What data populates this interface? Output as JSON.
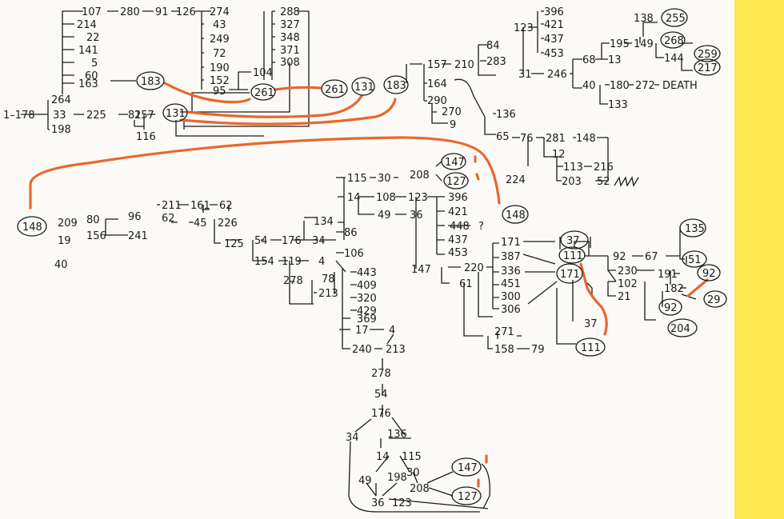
{
  "colors": {
    "paper": "#fbfaf6",
    "ink": "#1a1a1a",
    "accent": "#e8672d",
    "band": "#fbe94f"
  },
  "sheet": {
    "label_death": "DEATH",
    "label_question": "?"
  },
  "numbers": {
    "n107": "107",
    "n280": "280",
    "n91": "91",
    "n126": "126",
    "n274": "274",
    "n214": "214",
    "n22": "22",
    "n141": "141",
    "n5": "5",
    "n60": "60",
    "n163": "163",
    "n183a": "183",
    "n43": "43",
    "n249": "249",
    "n72": "72",
    "n190": "190",
    "n152": "152",
    "n95": "95",
    "n104": "104",
    "n261a": "261",
    "n288": "288",
    "n327": "327",
    "n348": "348",
    "n371": "371",
    "n308": "308",
    "n264": "264",
    "n1_178": "1–178",
    "n33": "33",
    "n225": "225",
    "n81": "81",
    "n257": "257",
    "n131a": "131",
    "n198": "198",
    "n116": "116",
    "n261b": "261",
    "n131b": "131",
    "n183b": "183",
    "n157": "157",
    "n210": "210",
    "n164": "164",
    "n290": "290",
    "n270": "270",
    "n9": "9",
    "n84": "84",
    "n283": "283",
    "n123a": "123",
    "n396a": "396",
    "n421a": "421",
    "n437a": "437",
    "n453a": "453",
    "n31": "31",
    "n246": "246",
    "n68": "68",
    "n13": "13",
    "n195": "195",
    "n138": "138",
    "n255": "255",
    "n149": "149",
    "n268": "268",
    "n144": "144",
    "n259": "259",
    "n217": "217",
    "n40a": "40",
    "n180": "180",
    "n272": "272",
    "n133": "133",
    "n136a": "136",
    "n65": "65",
    "n76": "76",
    "n281": "281",
    "n148a": "148",
    "n12": "12",
    "n113": "113",
    "n216": "216",
    "n203": "203",
    "n52": "52",
    "n224": "224",
    "n148b": "148",
    "n147a": "147",
    "n127a": "127",
    "n115a": "115",
    "n30a": "30",
    "n208a": "208",
    "n14a": "14",
    "n108": "108",
    "n123b": "123",
    "n396b": "396",
    "n49a": "49",
    "n36a": "36",
    "n421b": "421",
    "n448": "448",
    "n437b": "437",
    "n453b": "453",
    "n148c": "148",
    "n209": "209",
    "n80": "80",
    "n19": "19",
    "n156": "156",
    "n40b": "40",
    "n96": "96",
    "n211": "211",
    "n161": "161",
    "n62a": "62",
    "n62b": "62",
    "n45": "45",
    "n226": "226",
    "n241": "241",
    "n134": "134",
    "n125": "125",
    "n54a": "54",
    "n176a": "176",
    "n34a": "34",
    "n86": "86",
    "n106": "106",
    "n154": "154",
    "n119": "119",
    "n4a": "4",
    "n443": "443",
    "n409": "409",
    "n320": "320",
    "n429": "429",
    "n369": "369",
    "n278a": "278",
    "n78": "78",
    "n213a": "213",
    "n17": "17",
    "n4b": "4",
    "n240": "240",
    "n213b": "213",
    "n147b": "147",
    "n220": "220",
    "n61": "61",
    "n171a": "171",
    "n387": "387",
    "n336": "336",
    "n451": "451",
    "n300": "300",
    "n306": "306",
    "n37a": "37",
    "n111a": "111",
    "n171b": "171",
    "n271": "271",
    "n158": "158",
    "n79": "79",
    "n92a": "92",
    "n67": "67",
    "n135": "135",
    "n51": "51",
    "n230": "230",
    "n191": "191",
    "n92b": "92",
    "n102": "102",
    "n182": "182",
    "n29": "29",
    "n21": "21",
    "n92c": "92",
    "n204": "204",
    "n37b": "37",
    "n111b": "111",
    "n278b": "278",
    "n54b": "54",
    "n176b": "176",
    "n34b": "34",
    "n136b": "136",
    "n14b": "14",
    "n115b": "115",
    "n30b": "30",
    "n49b": "49",
    "n198b": "198",
    "n208b": "208",
    "n147c": "147",
    "n127b": "127",
    "n36b": "36",
    "n123c": "123"
  }
}
